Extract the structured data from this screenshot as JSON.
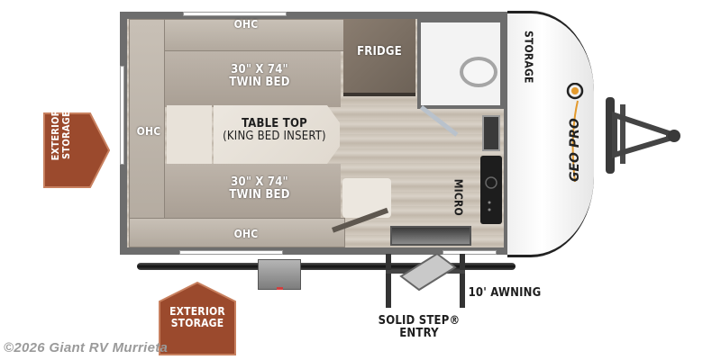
{
  "floorplan": {
    "brand_logo": "GEO PRO",
    "labels": {
      "ohc_top": "OHC",
      "ohc_left": "OHC",
      "ohc_bottom": "OHC",
      "twin_bed_top_size": "30\" X 74\"",
      "twin_bed_top_name": "TWIN BED",
      "twin_bed_bottom_size": "30\" X 74\"",
      "twin_bed_bottom_name": "TWIN BED",
      "table_top": "TABLE TOP",
      "table_top_sub": "(KING BED INSERT)",
      "fridge": "FRIDGE",
      "micro": "MICRO",
      "storage_front": "STORAGE",
      "exterior_storage_left_line1": "EXTERIOR",
      "exterior_storage_left_line2": "STORAGE",
      "exterior_storage_bottom_line1": "EXTERIOR",
      "exterior_storage_bottom_line2": "STORAGE",
      "awning": "10' AWNING",
      "entry_line1": "SOLID STEP®",
      "entry_line2": "ENTRY"
    },
    "colors": {
      "exterior_storage": "#9b4a2d",
      "wall": "#6d6d6d",
      "logo_accent": "#e39a2d"
    }
  },
  "footer": {
    "copyright": "©2026 Giant RV Murrieta"
  }
}
